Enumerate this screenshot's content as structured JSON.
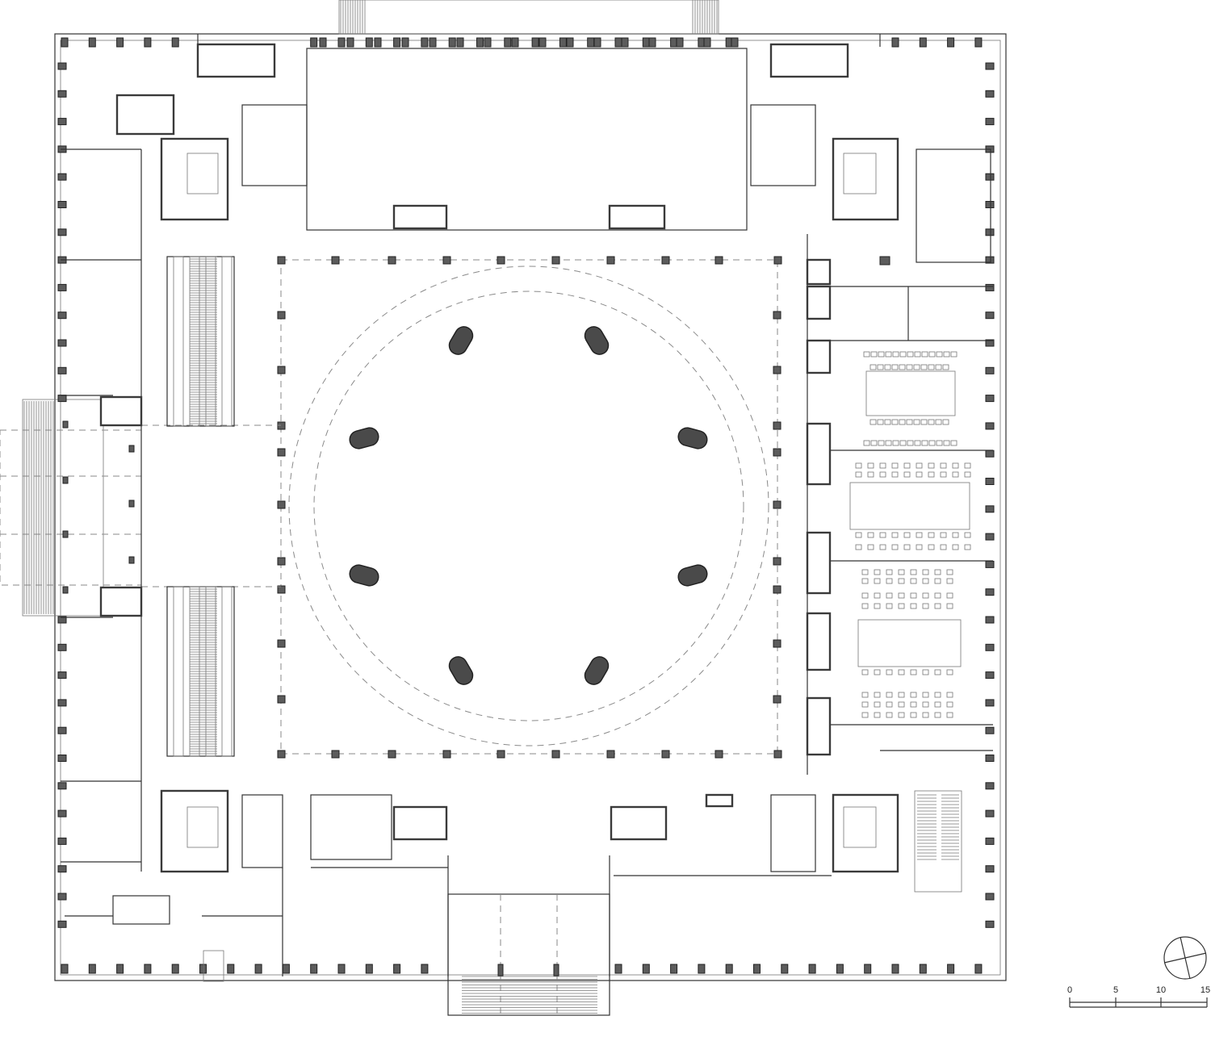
{
  "drawing": {
    "type": "architectural floor plan",
    "ink_color": "#333333",
    "fill_color": "#595959",
    "background": "#ffffff"
  },
  "scale_bar": {
    "ticks": [
      "0",
      "5",
      "10",
      "15"
    ]
  },
  "north_arrow": {
    "icon": "north-arrow-icon"
  }
}
